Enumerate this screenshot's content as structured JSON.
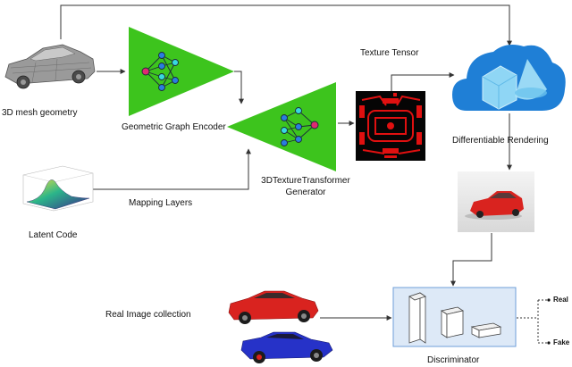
{
  "labels": {
    "mesh": "3D mesh geometry",
    "encoder": "Geometric Graph Encoder",
    "tensor": "Texture Tensor",
    "rendering": "Differentiable Rendering",
    "generator_line1": "3DTextureTransformer",
    "generator_line2": "Generator",
    "mapping": "Mapping Layers",
    "latent": "Latent Code",
    "real_collection": "Real Image collection",
    "discriminator": "Discriminator",
    "out_real": "Real",
    "out_fake": "Fake"
  },
  "colors": {
    "triangle": "#3dc41d",
    "node_blue": "#2a7de1",
    "node_cyan": "#38d8e0",
    "node_pink": "#e02a72",
    "cloud_dark": "#1f7fd6",
    "cloud_light": "#8fd6f5",
    "disc_box": "#dde9f7",
    "disc_border": "#6f9fd8",
    "red_car": "#d9231f",
    "blue_car": "#2632c8",
    "texture_red": "#e01010"
  }
}
